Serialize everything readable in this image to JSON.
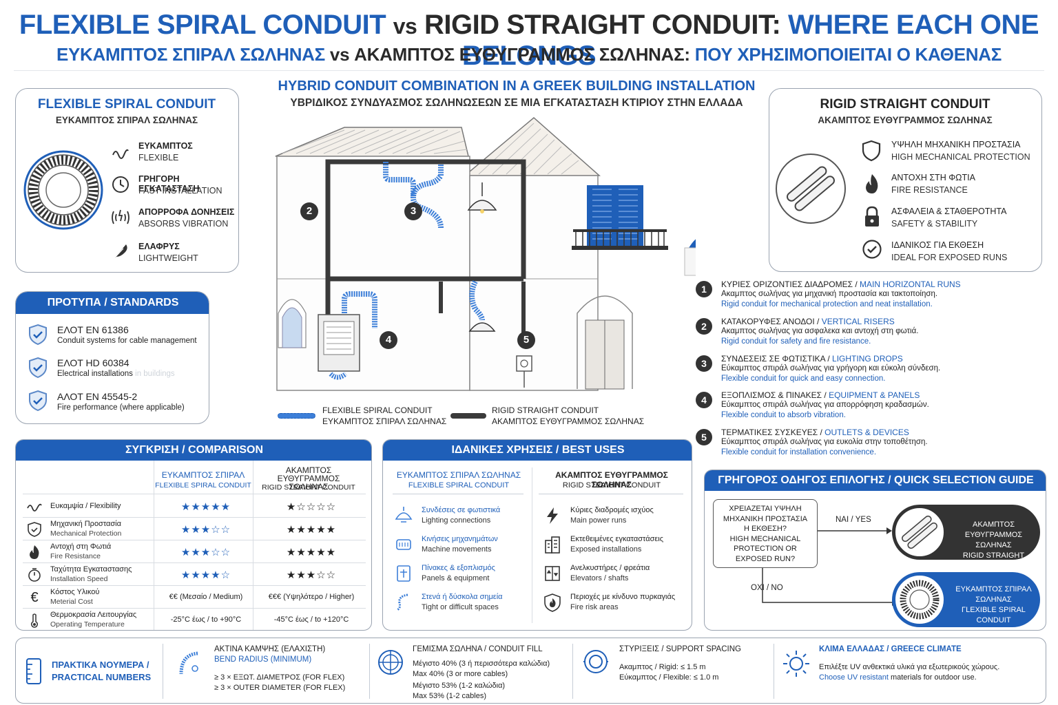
{
  "title": {
    "en_part1": "FLEXIBLE SPIRAL CONDUIT",
    "vs": "vs",
    "en_part2": "RIGID STRAIGHT CONDUIT:",
    "en_part3": "WHERE EACH ONE BELONGS",
    "gr_part1": "ΕΥΚΑΜΠΤΟΣ ΣΠΙΡΑΛ ΣΩΛΗΝΑΣ",
    "gr_vs": "vs",
    "gr_part2": "ΑΚΑΜΠΤΟΣ ΕΥΘΥΓΡΑΜΜΟΣ ΣΩΛΗΝΑΣ:",
    "gr_part3": "ΠΟΥ ΧΡΗΣΙΜΟΠΟΙΕΙΤΑΙ Ο ΚΑΘΕΝΑΣ"
  },
  "flex_card": {
    "title": "FLEXIBLE SPIRAL CONDUIT",
    "subtitle": "ΕΥΚΑΜΠΤΟΣ ΣΠΙΡΑΛ ΣΩΛΗΝΑΣ",
    "features": [
      {
        "gr": "ΕΥΚΑΜΠΤΟΣ",
        "en": "FLEXIBLE",
        "icon": "wave-icon"
      },
      {
        "gr": "ΓΡΗΓΟΡΗ ΕΓΚΑΤΑΣΤΑΣΗ",
        "en": "FAST INSTALLATION",
        "icon": "clock-icon"
      },
      {
        "gr": "ΑΠΟΡΡΟΦΑ ΔΟΝΗΣΕΙΣ",
        "en": "ABSORBS VIBRATION",
        "icon": "vibration-icon"
      },
      {
        "gr": "ΕΛΑΦΡΥΣ",
        "en": "LIGHTWEIGHT",
        "icon": "feather-icon"
      }
    ]
  },
  "rigid_card": {
    "title": "RIGID STRAIGHT CONDUIT",
    "subtitle": "ΑΚΑΜΠΤΟΣ ΕΥΘΥΓΡΑΜΜΟΣ ΣΩΛΗΝΑΣ",
    "features": [
      {
        "gr": "ΥΨΗΛΗ ΜΗΧΑΝΙΚΗ ΠΡΟΣΤΑΣΙΑ",
        "en": "HIGH MECHANICAL PROTECTION",
        "icon": "shield-icon"
      },
      {
        "gr": "ΑΝΤΟΧΗ ΣΤΗ ΦΩΤΙΑ",
        "en": "FIRE RESISTANCE",
        "icon": "flame-icon"
      },
      {
        "gr": "ΑΣΦΑΛΕΙΑ & ΣΤΑΘΕΡΟΤΗΤΑ",
        "en": "SAFETY & STABILITY",
        "icon": "lock-icon"
      },
      {
        "gr": "ΙΔΑΝΙΚΟΣ ΓΙΑ ΕΚΘΕΣΗ",
        "en": "IDEAL FOR EXPOSED RUNS",
        "icon": "check-circle-icon"
      }
    ]
  },
  "standards": {
    "title": "ΠΡΟΤΥΠΑ / STANDARDS",
    "items": [
      {
        "code": "ΕΛΟΤ EN 61386",
        "desc": "Conduit systems for cable management"
      },
      {
        "code": "ΕΛΟΤ HD 60384",
        "desc": "Electrical installations",
        "ghost": "in buildings"
      },
      {
        "code": "ΑΛΟΤ EN 45545-2",
        "desc": "Fire performance (where applicable)"
      }
    ]
  },
  "center": {
    "title_en": "HYBRID CONDUIT COMBINATION IN A GREEK BUILDING INSTALLATION",
    "title_gr": "ΥΒΡΙΔΙΚΟΣ ΣΥΝΔΥΑΣΜΟΣ ΣΩΛΗΝΩΣΕΩΝ ΣΕ ΜΙΑ ΕΓΚΑΤΑΣΤΑΣΗ ΚΤΙΡΙΟΥ ΣΤΗΝ ΕΛΛΑΔΑ",
    "badges": [
      "2",
      "3",
      "4",
      "5"
    ],
    "legend_flex_en": "FLEXIBLE SPIRAL CONDUIT",
    "legend_flex_gr": "ΕΥΚΑΜΠΤΟΣ ΣΠΙΡΑΛ ΣΩΛΗΝΑΣ",
    "legend_rigid_en": "RIGID STRAIGHT CONDUIT",
    "legend_rigid_gr": "ΑΚΑΜΠΤΟΣ ΕΥΘΥΓΡΑΜΜΟΣ ΣΩΛΗΝΑΣ"
  },
  "applications": [
    {
      "num": "1",
      "gr_title": "ΚΥΡΙΕΣ ΟΡΙΖΟΝΤΙΕΣ ΔΙΑΔΡΟΜΕΣ / ",
      "en_title": "MAIN HORIZONTAL RUNS",
      "gr": "Ακαμπτος σωλήνας για μηχανική προστασία και τακτοποίηση.",
      "en": "Rigid conduit for mechanical protection and neat installation."
    },
    {
      "num": "2",
      "gr_title": "ΚΑΤΑΚΟΡΥΦΕΣ ΑΝΟΔΟΙ / ",
      "en_title": "VERTICAL RISERS",
      "gr": "Ακαμπτος σωλήνας για ασφαλεκα και αντοχή στη φωτιά.",
      "en": "Rigid conduit for safety and fire resistance."
    },
    {
      "num": "3",
      "gr_title": "ΣΥΝΔΕΣΕΙΣ ΣΕ ΦΩΤΙΣΤΙΚΑ / ",
      "en_title": "LIGHTING DROPS",
      "gr": "Εύκαμπτος σπιράλ σωλήνας για γρήγορη και εύκολη σύνδεση.",
      "en": "Flexible conduit for quick and easy connection."
    },
    {
      "num": "4",
      "gr_title": "ΕΞΟΠΛΙΣΜΟΣ & ΠΙΝΑΚΕΣ / ",
      "en_title": "EQUIPMENT & PANELS",
      "gr": "Εύκαμπτος σπιράλ σωλήνας για απορρόφηση κραδασμών.",
      "en": "Flexible conduit to absorb vibration."
    },
    {
      "num": "5",
      "gr_title": "ΤΕΡΜΑΤΙΚΕΣ ΣΥΣΚΕΥΕΣ / ",
      "en_title": "OUTLETS & DEVICES",
      "gr": "Εύκαμπτος σπιράλ σωλήνας για ευκολία στην τοποθέτηση.",
      "en": "Flexible conduit for installation convenience."
    }
  ],
  "comparison": {
    "title": "ΣΥΓΚΡΙΣΗ / COMPARISON",
    "col1_gr": "ΕΥΚΑΜΠΤΟΣ ΣΠΙΡΑΛ",
    "col1_en": "FLEXIBLE SPIRAL CONDUIT",
    "col2_gr": "ΑΚΑΜΠΤΟΣ ΕΥΘΥΓΡΑΜΜΟΣ ΣΩΛΗΝΑΣ",
    "col2_en": "RIGID STRAIGHT CONDUIT",
    "rows": [
      {
        "gr": "Ευκαμψία / Flexibility",
        "en": "",
        "flex": "★★★★★",
        "rigid": "★☆☆☆☆",
        "icon": "wave-icon"
      },
      {
        "gr": "Μηχανική Προστασία",
        "en": "Mechanical Protection",
        "flex": "★★★☆☆",
        "rigid": "★★★★★",
        "icon": "shield-icon"
      },
      {
        "gr": "Αντοχή στη Φωτιά",
        "en": "Fire Resistance",
        "flex": "★★★☆☆",
        "rigid": "★★★★★",
        "icon": "flame-icon"
      },
      {
        "gr": "Ταχύτητα Εγκαταστασης",
        "en": "Installation Speed",
        "flex": "★★★★☆",
        "rigid": "★★★☆☆",
        "icon": "stopwatch-icon"
      },
      {
        "gr": "Κόστος Υλικού",
        "en": "Meterial Cost",
        "flex": "€€ (Μεσαίο / Medium)",
        "rigid": "€€€ (Υψηλότερο / Higher)",
        "icon": "euro-icon"
      },
      {
        "gr": "Θερμοκρασία Λειτουργίας",
        "en": "Operating Temperature",
        "flex": "-25°C έως / to +90°C",
        "rigid": "-45°C έως / to +120°C",
        "icon": "thermometer-icon"
      }
    ]
  },
  "best_uses": {
    "title": "ΙΔΑΝΙΚΕΣ ΧΡΗΣΕΙΣ / BEST USES",
    "flex_head_gr": "ΕΥΚΑΜΠΤΟΣ ΣΠΙΡΑΛ ΣΩΛΗΝΑΣ",
    "flex_head_en": "FLEXIBLE SPIRAL CONDUIT",
    "rigid_head_gr": "ΑΚΑΜΠΤΟΣ ΕΥΘΥΓΡΑΜΜΟΣ ΣΩΛΗΝΑΣ",
    "rigid_head_en": "RIGID STRAIGHT CONDUIT",
    "flex": [
      {
        "gr": "Συνδέσεις σε φωτιστικά",
        "en": "Lighting connections",
        "icon": "lamp-icon"
      },
      {
        "gr": "Κινήσεις μηχανημάτων",
        "en": "Machine movements",
        "icon": "motor-icon"
      },
      {
        "gr": "Πίνακες & εξοπλισμός",
        "en": "Panels & equipment",
        "icon": "panel-icon"
      },
      {
        "gr": "Στενά ή δύσκολα σημεία",
        "en": "Tight or difficult spaces",
        "icon": "hose-icon"
      }
    ],
    "rigid": [
      {
        "gr": "Κύριες διαδρομές ισχύος",
        "en": "Main power runs",
        "icon": "bolt-icon"
      },
      {
        "gr": "Εκτεθειμένες εγκαταστάσεις",
        "en": "Exposed installations",
        "icon": "building-icon"
      },
      {
        "gr": "Ανελκυστήρες / φρεάτια",
        "en": "Elevators / shafts",
        "icon": "elevator-icon"
      },
      {
        "gr": "Περιοχές με κίνδυνο πυρκαγιάς",
        "en": "Fire risk areas",
        "icon": "fire-shield-icon"
      }
    ]
  },
  "quick_guide": {
    "title": "ΓΡΗΓΟΡΟΣ ΟΔΗΓΟΣ ΕΠΙΛΟΓΗΣ / QUICK SELECTION GUIDE",
    "q_gr1": "ΧΡΕΙΑΖΕΤΑΙ ΥΨΗΛΗ",
    "q_gr2": "ΜΗΧΑΝΙΚΗ ΠΡΟΣΤΑΣΙΑ",
    "q_gr3": "Η ΕΚΘΕΣΗ?",
    "q_en1": "HIGH MECHANICAL",
    "q_en2": "PROTECTION OR",
    "q_en3": "EXPOSED RUN?",
    "yes": "ΝΑΙ / YES",
    "no": "ΟΧΙ / NO",
    "yes_gr1": "ΑΚΑΜΠΤΟΣ",
    "yes_gr2": "ΕΥΘΥΓΡΑΜΜΟΣ ΣΩΛΗΝΑΣ",
    "yes_en": "RIGID STRAIGHT CONDUIT",
    "no_gr1": "ΕΥΚΑΜΠΤΟΣ ΣΠΙΡΑΛ",
    "no_gr2": "ΣΩΛΗΝΑΣ",
    "no_en": "ΓLEXIBLE SPIRAL CONDUIT"
  },
  "practical": {
    "title1": "ΠΡΑΚΤΙΚΑ ΝΟΥΜΕΡΑ /",
    "title2": "PRACTICAL NUMBERS",
    "bend_title": "ΑΚΤΙΝΑ ΚΑΜΨΗΣ (ΕΛΑΧΙΣΤΗ)",
    "bend_en": "BEND RADIUS (MINIMUM)",
    "bend_1": "≥ 3 × ΕΞΩΤ. ΔΙΑΜΕΤΡΟΣ (FOR FLEX)",
    "bend_2": "≥ 3 × OUTER DIAMETER (FOR FLEX)",
    "fill_title": "ΓΕΜΙΣΜΑ ΣΩΛΗΝΑ / CONDUIT FILL",
    "fill_1": "Μέγιστο 40% (3 ή περισσότερα καλώδια)",
    "fill_2": "Max 40% (3 or more cables)",
    "fill_3": "Μέγιστο 53% (1-2 καλώδια)",
    "fill_4": "Max 53% (1-2 cables)",
    "support_title": "ΣΤΥΡΙΞΕΙΣ / SUPPORT SPACING",
    "support_1": "Ακαμπτος / Rigid: ≤ 1.5 m",
    "support_2": "Εύκαμπτος / Flexible: ≤ 1.0 m",
    "climate_title": "ΚΛΙΜΑ ΕΛΛΑΔΑΣ / GREECE CLIMATE",
    "climate_1": "Επιλέξτε UV ανθεκτικά υλικά για εξωτερικούς χώρους.",
    "climate_2a": "Choose UV resistant",
    "climate_2b": " materials for outdoor use."
  }
}
